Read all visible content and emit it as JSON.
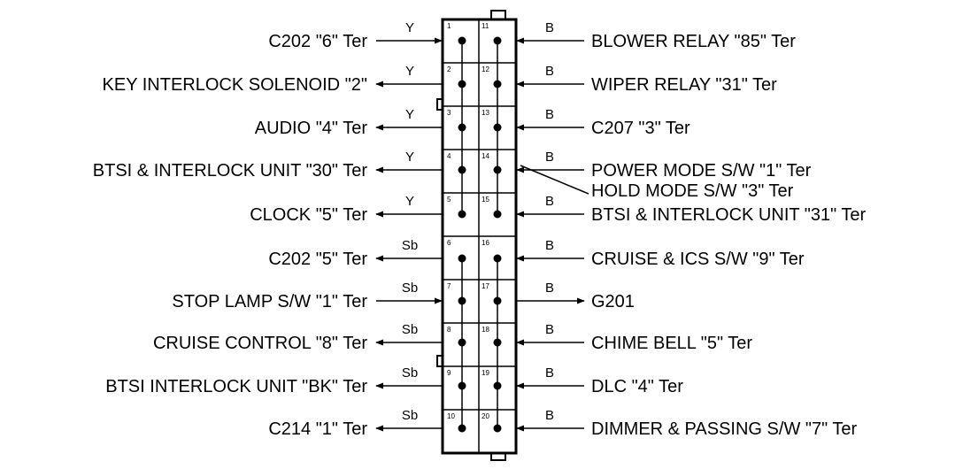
{
  "connector": {
    "pins": [
      {
        "left": "1",
        "right": "11"
      },
      {
        "left": "2",
        "right": "12"
      },
      {
        "left": "3",
        "right": "13"
      },
      {
        "left": "4",
        "right": "14"
      },
      {
        "left": "5",
        "right": "15"
      },
      {
        "left": "6",
        "right": "16"
      },
      {
        "left": "7",
        "right": "17"
      },
      {
        "left": "8",
        "right": "18"
      },
      {
        "left": "9",
        "right": "19"
      },
      {
        "left": "10",
        "right": "20"
      }
    ]
  },
  "left_wires": [
    {
      "label": "C202 \"6\" Ter",
      "color": "Y",
      "direction": "in"
    },
    {
      "label": "KEY INTERLOCK SOLENOID \"2\"",
      "color": "Y",
      "direction": "out"
    },
    {
      "label": "AUDIO \"4\" Ter",
      "color": "Y",
      "direction": "out"
    },
    {
      "label": "BTSI & INTERLOCK UNIT \"30\" Ter",
      "color": "Y",
      "direction": "out"
    },
    {
      "label": "CLOCK \"5\" Ter",
      "color": "Y",
      "direction": "out"
    },
    {
      "label": "C202 \"5\" Ter",
      "color": "Sb",
      "direction": "out"
    },
    {
      "label": "STOP LAMP S/W \"1\" Ter",
      "color": "Sb",
      "direction": "in"
    },
    {
      "label": "CRUISE CONTROL \"8\" Ter",
      "color": "Sb",
      "direction": "out"
    },
    {
      "label": "BTSI  INTERLOCK UNIT \"BK\" Ter",
      "color": "Sb",
      "direction": "out"
    },
    {
      "label": "C214 \"1\" Ter",
      "color": "Sb",
      "direction": "out"
    }
  ],
  "right_wires": [
    {
      "label": "BLOWER RELAY \"85\" Ter",
      "color": "B",
      "direction": "in"
    },
    {
      "label": "WIPER RELAY \"31\" Ter",
      "color": "B",
      "direction": "in"
    },
    {
      "label": "C207 \"3\" Ter",
      "color": "B",
      "direction": "in"
    },
    {
      "label": "POWER MODE S/W \"1\" Ter",
      "color": "B",
      "direction": "in"
    },
    {
      "label": "BTSI & INTERLOCK UNIT \"31\" Ter",
      "color": "B",
      "direction": "in"
    },
    {
      "label": "CRUISE & ICS S/W \"9\" Ter",
      "color": "B",
      "direction": "in"
    },
    {
      "label": "G201",
      "color": "B",
      "direction": "out"
    },
    {
      "label": "CHIME BELL \"5\" Ter",
      "color": "B",
      "direction": "in"
    },
    {
      "label": "DLC \"4\" Ter",
      "color": "B",
      "direction": "in"
    },
    {
      "label": "DIMMER & PASSING S/W \"7\" Ter",
      "color": "B",
      "direction": "in"
    }
  ],
  "extra_labels": {
    "hold_mode": "HOLD MODE S/W \"3\" Ter"
  }
}
